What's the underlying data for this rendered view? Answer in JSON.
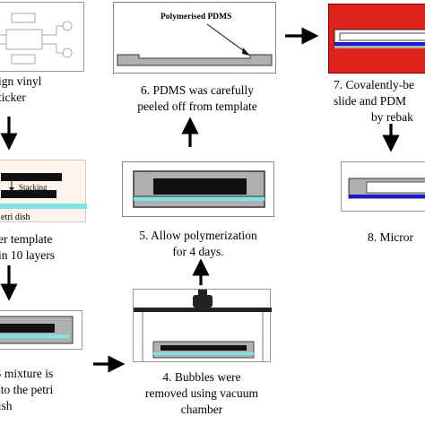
{
  "steps": {
    "s1": {
      "lines": [
        "ign vinyl",
        "ticker"
      ]
    },
    "s2": {
      "lines": [
        "er template",
        "in 10 layers"
      ],
      "stacking_label": "Stacking",
      "dish_label": "etri dish"
    },
    "s3": {
      "lines": [
        "S mixture is",
        "nto the petri",
        "lish"
      ]
    },
    "s4": {
      "lines": [
        "4. Bubbles were",
        "removed using vacuum",
        "chamber"
      ]
    },
    "s5": {
      "lines": [
        "5. Allow polymerization",
        "for 4 days."
      ]
    },
    "s6": {
      "lines": [
        "6. PDMS was carefully",
        "peeled off from template"
      ],
      "pdms_label": "Polymerised PDMS"
    },
    "s7": {
      "lines": [
        "7. Covalently-be",
        "slide and PDM",
        "by rebak"
      ]
    },
    "s8": {
      "lines": [
        "8. Micror"
      ]
    }
  },
  "colors": {
    "black_layer": "#111111",
    "cyan_layer": "#7fe3e3",
    "gray_fill": "#b0b0b0",
    "red_bg": "#e0201c",
    "blue_channel": "#1a1ad0",
    "arrow": "#000000"
  }
}
